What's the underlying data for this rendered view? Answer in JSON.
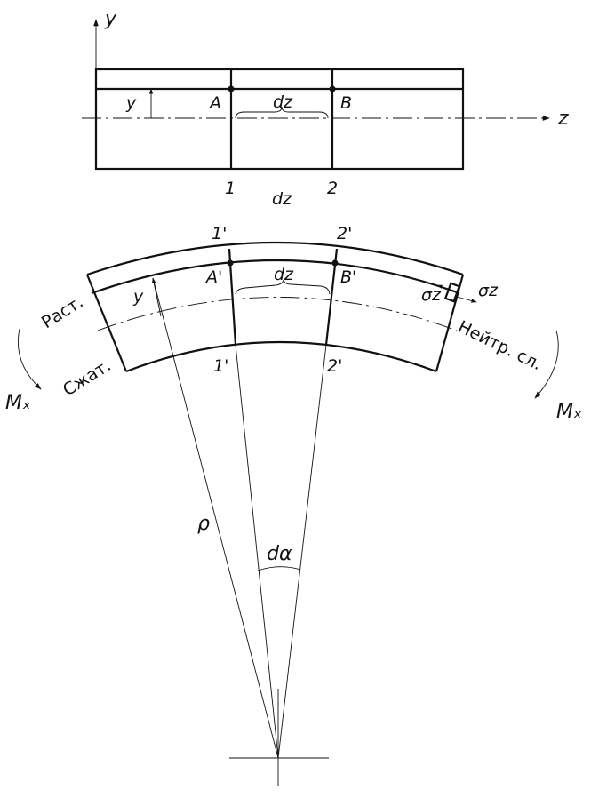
{
  "top": {
    "axis_y": "y",
    "axis_z": "z",
    "y_dim": "y",
    "point_a": "A",
    "point_b": "B",
    "dz_inner": "dz",
    "section_1": "1",
    "section_2": "2",
    "dz_below": "dz"
  },
  "bent": {
    "section_1_top": "1'",
    "section_2_top": "2'",
    "point_a": "A'",
    "point_b": "B'",
    "dz": "dz",
    "y_dim": "y",
    "sigma_inner": "σz",
    "sigma_outer": "σz",
    "tension_label": "Раст.",
    "compression_label": "Сжат.",
    "neutral_label": "Нейтр. сл.",
    "section_1_bottom": "1'",
    "section_2_bottom": "2'",
    "moment_left": "Mₓ",
    "moment_right": "Mₓ",
    "rho": "ρ",
    "dalpha": "dα"
  }
}
